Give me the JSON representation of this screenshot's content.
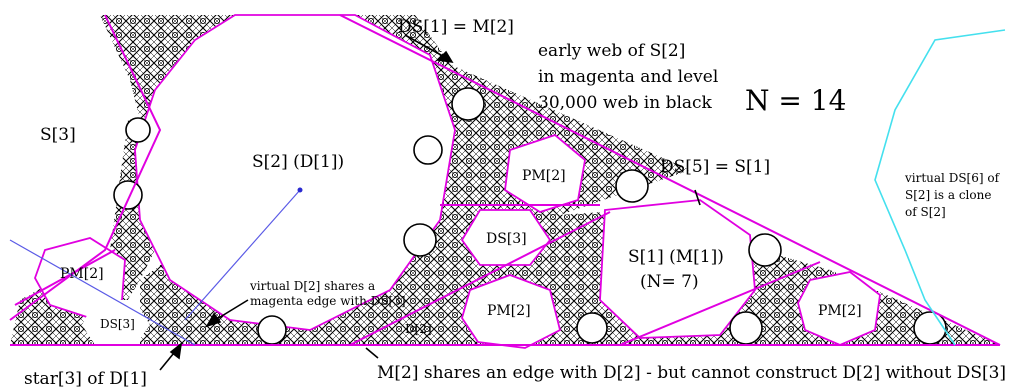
{
  "labels": {
    "ds1_m2": "DS[1] = M[2]",
    "early_web_1": "early web of S[2]",
    "early_web_2": "in magenta and level",
    "early_web_3": "30,000 web in black",
    "n14": "N = 14",
    "s3": "S[3]",
    "s2_d1": "S[2]  (D[1])",
    "pm2_top": "PM[2]",
    "ds5_s1": "DS[5] = S[1]",
    "virtual_ds6_1": "virtual DS[6] of",
    "virtual_ds6_2": "S[2] is a clone",
    "virtual_ds6_3": "of S[2]",
    "ds3_mid": "DS[3]",
    "s1_m1": "S[1] (M[1])",
    "n7": "(N= 7)",
    "pm2_left": "PM[2]",
    "virtual_d2_1": "virtual D[2] shares a",
    "virtual_d2_2": "magenta edge with DS[3]",
    "pm2_mid": "PM[2]",
    "pm2_right": "PM[2]",
    "ds3_left": "DS[3]",
    "d2": "D[2]",
    "star3": "star[3] of D[1]",
    "bottom_note": "M[2] shares an edge with D[2] - but cannot construct D[2] without DS[3]"
  },
  "colors": {
    "magenta": "#e000e0",
    "web": "#000000",
    "guide": "#5a5ae6",
    "cyan": "#44e0ee"
  }
}
